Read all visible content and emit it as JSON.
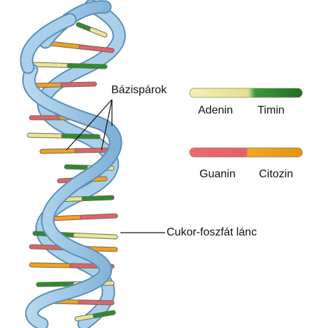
{
  "labels": {
    "base_pairs": "Bázispárok",
    "backbone": "Cukor-foszfát lánc"
  },
  "legend": [
    {
      "left": "Adenin",
      "right": "Timin",
      "left_color": "#ece39a",
      "right_color": "#2e8b2e"
    },
    {
      "left": "Guanin",
      "right": "Citozin",
      "left_color": "#e0626a",
      "right_color": "#f0a020"
    }
  ],
  "colors": {
    "strand": "#9ec7e4",
    "strand_edge": "#5d8fb6",
    "adenine": "#ece39a",
    "thymine": "#2e8b2e",
    "guanine": "#e0626a",
    "cytosine": "#f0a020"
  }
}
